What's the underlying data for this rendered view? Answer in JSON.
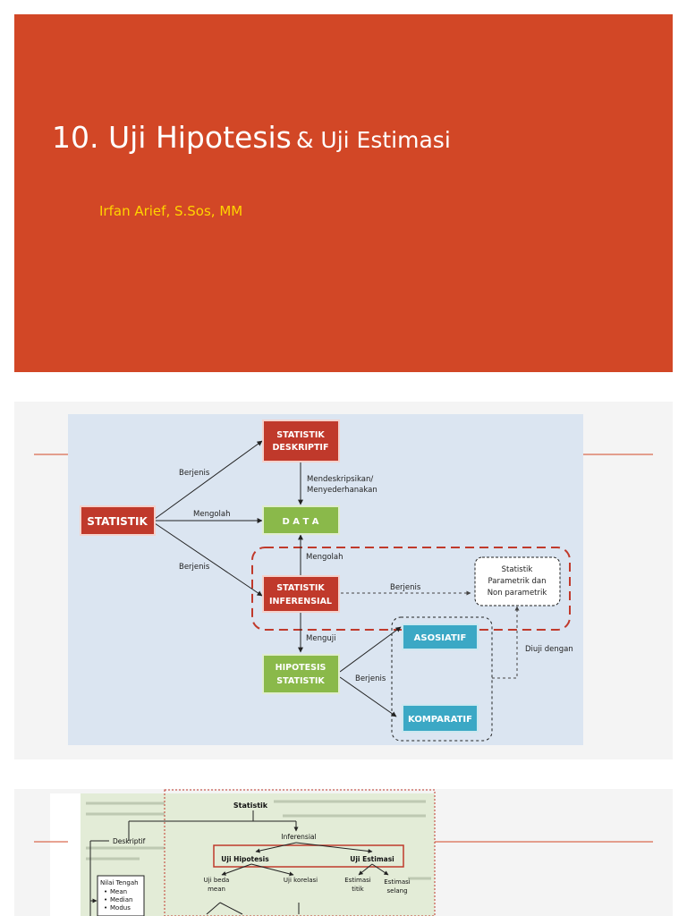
{
  "slide1": {
    "title_main": "10. Uji Hipotesis",
    "title_rest": "& Uji Estimasi",
    "author": "Irfan Arief, S.Sos, MM",
    "colors": {
      "background": "#d24726",
      "title": "#ffffff",
      "author": "#ffd400"
    }
  },
  "slide2": {
    "nodes": {
      "statistik": "STATISTIK",
      "deskriptif_line1": "STATISTIK",
      "deskriptif_line2": "DESKRIPTIF",
      "data": "D A T A",
      "inferensial_line1": "STATISTIK",
      "inferensial_line2": "INFERENSIAL",
      "hipotesis_line1": "HIPOTESIS",
      "hipotesis_line2": "STATISTIK",
      "asosiatif": "ASOSIATIF",
      "komparatif": "KOMPARATIF",
      "parametrik_line1": "Statistik",
      "parametrik_line2": "Parametrik dan",
      "parametrik_line3": "Non parametrik"
    },
    "labels": {
      "berjenis_top": "Berjenis",
      "mengolah_mid": "Mengolah",
      "berjenis_bottom": "Berjenis",
      "mendeskripsikan_line1": "Mendeskripsikan/",
      "mendeskripsikan_line2": "Menyederhanakan",
      "mengolah_up": "Mengolah",
      "berjenis_right": "Berjenis",
      "menguji": "Menguji",
      "berjenis_hipotesis": "Berjenis",
      "diuji_dengan": "Diuji dengan"
    },
    "colors": {
      "red_box": "#c0392b",
      "green_box": "#8ab94a",
      "blue_box": "#3ba8c5",
      "panel": "#dbe5f1",
      "dashed_red": "#c0392b"
    }
  },
  "slide3": {
    "nodes": {
      "statistik": "Statistik",
      "deskriptif": "Deskriptif",
      "inferensial": "Inferensial",
      "uji_hipotesis": "Uji Hipotesis",
      "uji_estimasi": "Uji Estimasi",
      "uji_beda_line1": "Uji beda",
      "uji_beda_line2": "mean",
      "uji_korelasi": "Uji korelasi",
      "estimasi_titik_line1": "Estimasi",
      "estimasi_titik_line2": "titik",
      "estimasi_selang_line1": "Estimasi",
      "estimasi_selang_line2": "selang",
      "nilai_tengah": "Nilai Tengah",
      "mean": "Mean",
      "median": "Median",
      "modus": "Modus"
    }
  }
}
